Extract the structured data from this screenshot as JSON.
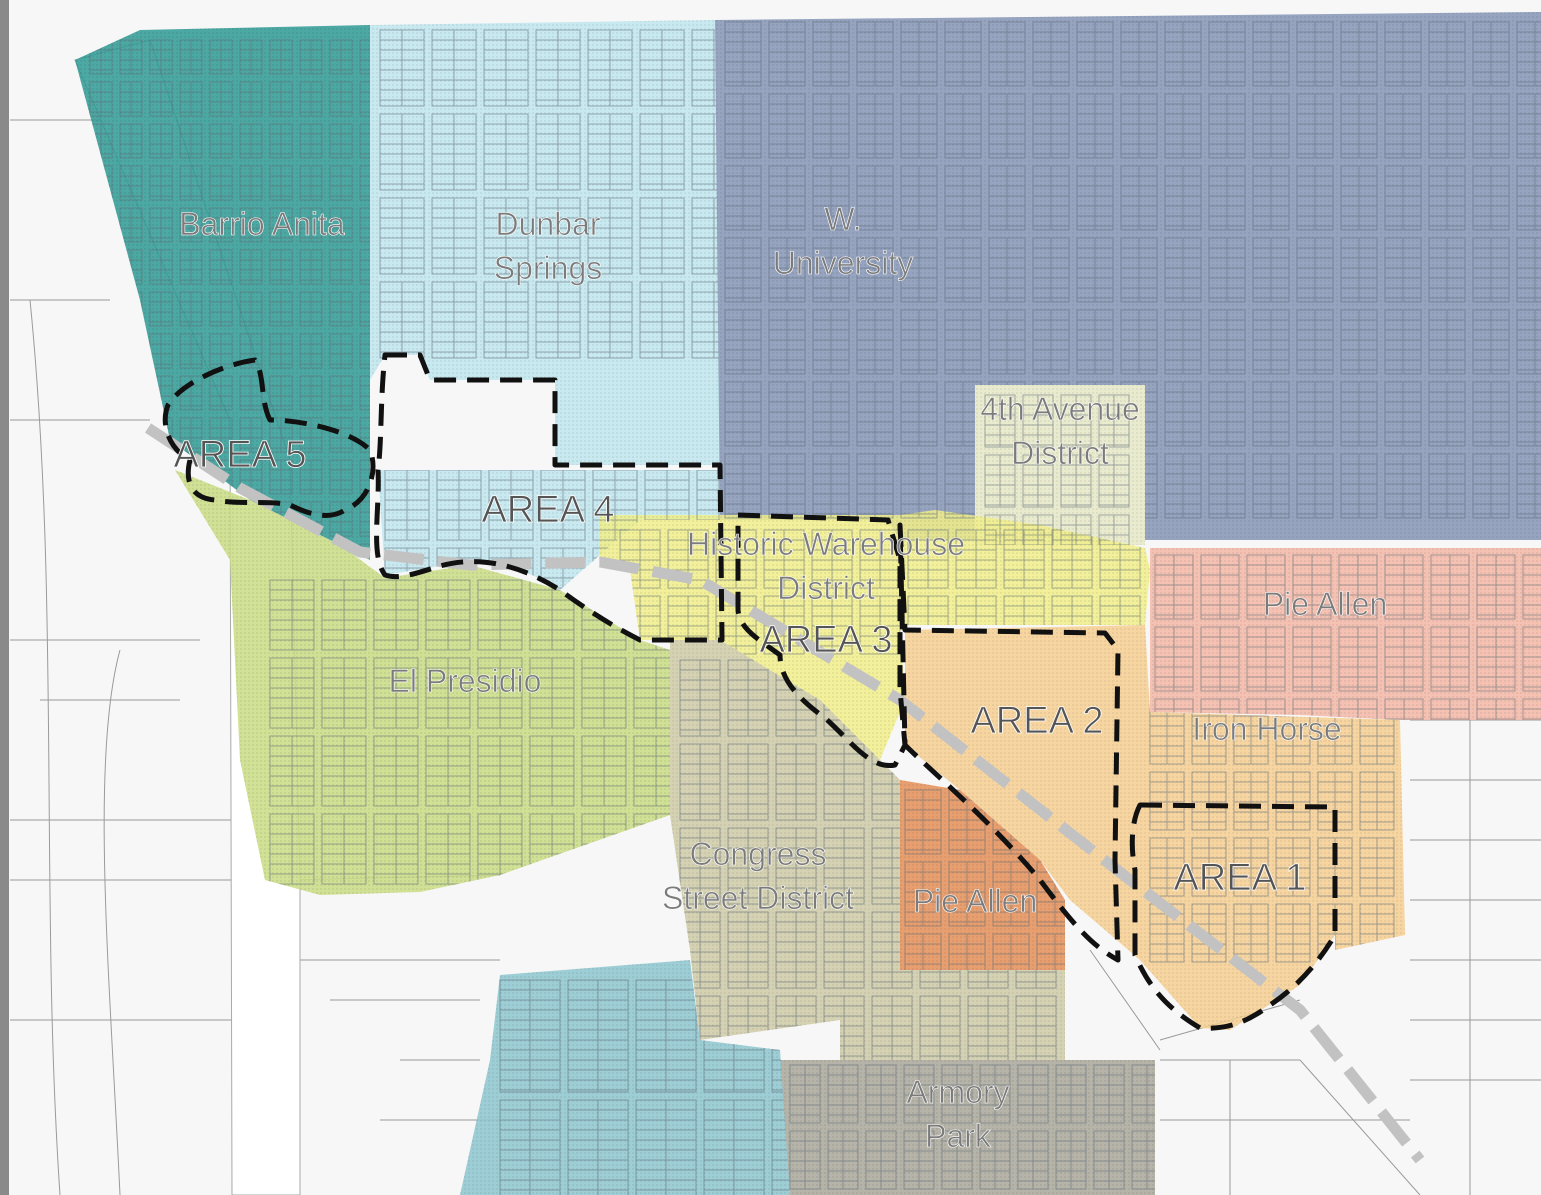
{
  "districts": [
    {
      "id": "barrio-anita",
      "lines": [
        "Barrio Anita"
      ],
      "color": "#2e9a94"
    },
    {
      "id": "dunbar-springs",
      "lines": [
        "Dunbar",
        "Springs"
      ],
      "color": "#bfe6ef"
    },
    {
      "id": "w-university",
      "lines": [
        "W.",
        "University"
      ],
      "color": "#8595b6"
    },
    {
      "id": "fourth-avenue",
      "lines": [
        "4th Avenue",
        "District"
      ],
      "color": "#e6e9c8"
    },
    {
      "id": "historic-warehouse",
      "lines": [
        "Historic Warehouse",
        "District"
      ],
      "color": "#f1ee8a"
    },
    {
      "id": "pie-allen-north",
      "lines": [
        "Pie Allen"
      ],
      "color": "#f3b7a6"
    },
    {
      "id": "el-presidio",
      "lines": [
        "El Presidio"
      ],
      "color": "#c9dc84"
    },
    {
      "id": "iron-horse",
      "lines": [
        "Iron Horse"
      ],
      "color": "#f6cf90"
    },
    {
      "id": "congress-street",
      "lines": [
        "Congress",
        "Street District"
      ],
      "color": "#cfcba7"
    },
    {
      "id": "pie-allen-south",
      "lines": [
        "Pie Allen"
      ],
      "color": "#e58f57"
    },
    {
      "id": "armory-park",
      "lines": [
        "Armory",
        "Park"
      ],
      "color": "#aaa89a"
    },
    {
      "id": "barrio-viejo",
      "lines": [],
      "color": "#8ec7cf"
    }
  ],
  "areas": [
    {
      "id": "area-1",
      "label": "AREA 1"
    },
    {
      "id": "area-2",
      "label": "AREA 2"
    },
    {
      "id": "area-3",
      "label": "AREA 3"
    },
    {
      "id": "area-4",
      "label": "AREA 4"
    },
    {
      "id": "area-5",
      "label": "AREA 5"
    }
  ],
  "style": {
    "label_color": "#7b7b7b",
    "area_label_color": "#555555",
    "boundary_color": "#111111",
    "rail_color": "#c2c2c2",
    "parcel_color": "#5f6b78"
  }
}
